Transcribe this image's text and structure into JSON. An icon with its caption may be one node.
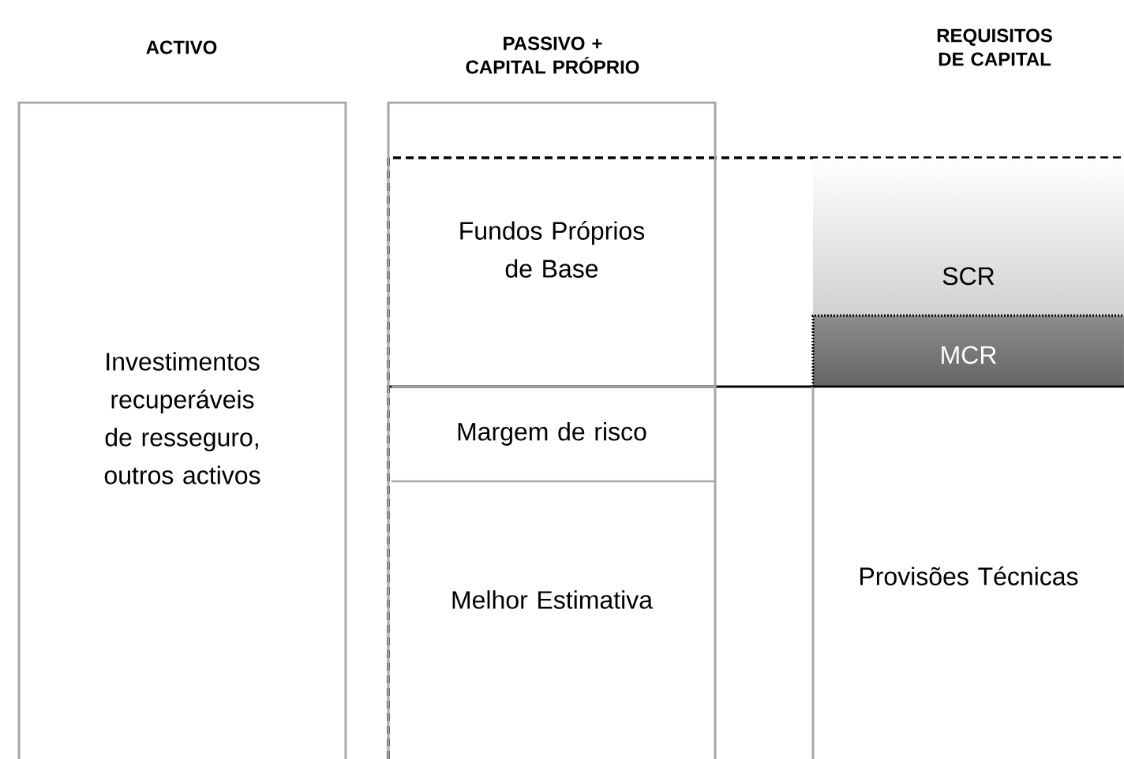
{
  "diagram": {
    "nodes": [
      {
        "text": [
          "Investimentos recuperáveis de resseguro, outros activos"
        ]
      },
      {
        "text": [],
        "shape": "box"
      },
      {
        "text": [
          "Fundos Próprios de Base"
        ],
        "in": 1
      },
      {
        "text": [
          "Margem de risco"
        ],
        "in": 1
      },
      {
        "text": [
          "Melhor Estimativa"
        ],
        "in": 1
      },
      {
        "text": [
          "SCR"
        ]
      },
      {
        "text": [
          "MCR"
        ]
      },
      {
        "text": [
          "Provisões Técnicas"
        ]
      }
    ],
    "labels": [
      "ACTIVO",
      "PASSIVO  + CAPITAL PRÓPRIO",
      "REQUISITOS DE CAPITAL"
    ]
  }
}
